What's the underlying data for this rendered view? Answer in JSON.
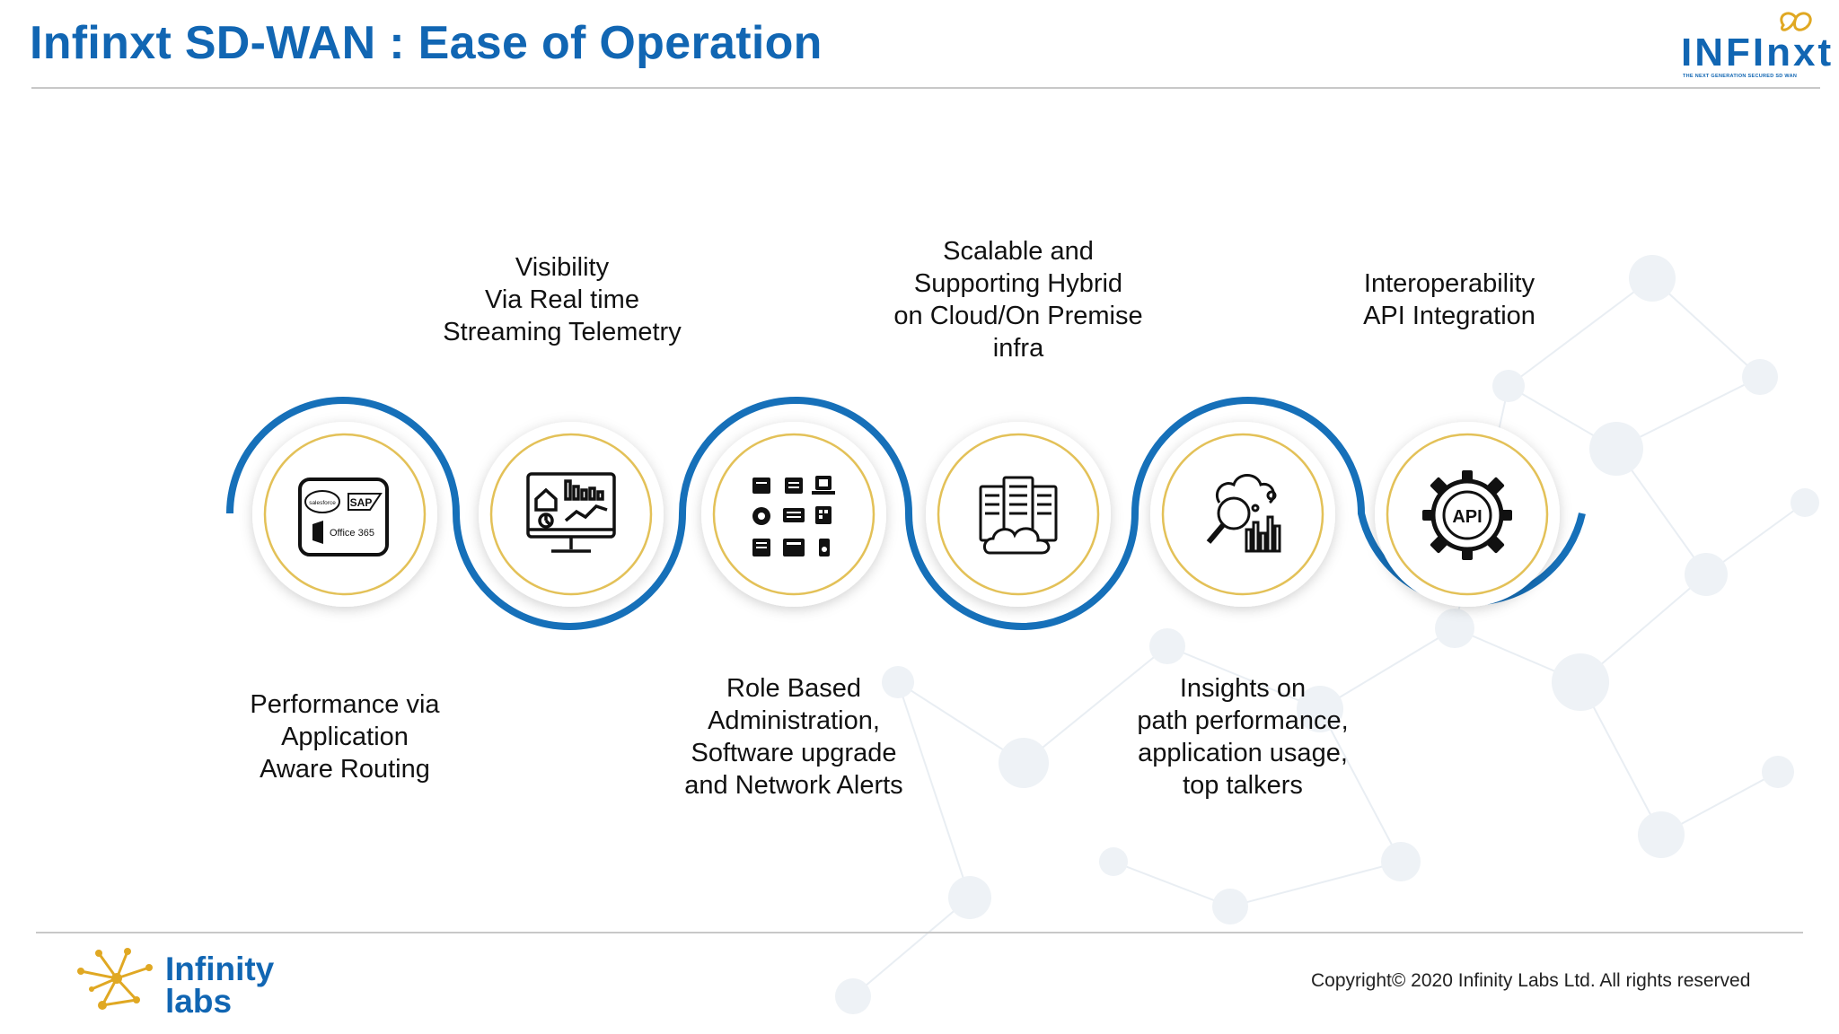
{
  "slide": {
    "title": "Infinxt SD-WAN : Ease of Operation"
  },
  "brand": {
    "name": "INFInxt",
    "tagline": "THE NEXT GENERATION SECURED SD WAN"
  },
  "colors": {
    "title_blue": "#1166b3",
    "wave_blue": "#1670b9",
    "ring_gold": "#e3c158",
    "logo_gold": "#e0a823"
  },
  "steps": [
    {
      "icon": "saas-apps-icon",
      "icon_texts": [
        "salesforce",
        "SAP",
        "Office 365"
      ],
      "caption_lines": [
        "Performance via",
        "Application",
        "Aware Routing"
      ]
    },
    {
      "icon": "dashboard-monitor-icon",
      "caption_lines": [
        "Visibility",
        "Via Real time",
        "Streaming Telemetry"
      ]
    },
    {
      "icon": "admin-tools-grid-icon",
      "caption_lines": [
        "Role Based",
        "Administration,",
        "Software upgrade",
        "and Network Alerts"
      ]
    },
    {
      "icon": "cloud-servers-icon",
      "caption_lines": [
        "Scalable and",
        "Supporting Hybrid",
        "on Cloud/On Premise",
        "infra"
      ]
    },
    {
      "icon": "analytics-magnifier-icon",
      "caption_lines": [
        "Insights on",
        "path performance,",
        "application usage,",
        "top talkers"
      ]
    },
    {
      "icon": "api-gear-icon",
      "icon_texts": [
        "API"
      ],
      "caption_lines": [
        "Interoperability",
        "API Integration"
      ]
    }
  ],
  "footer": {
    "company_line1": "Infinity",
    "company_line2": "labs",
    "copyright": "Copyright© 2020 Infinity Labs Ltd. All rights reserved"
  }
}
